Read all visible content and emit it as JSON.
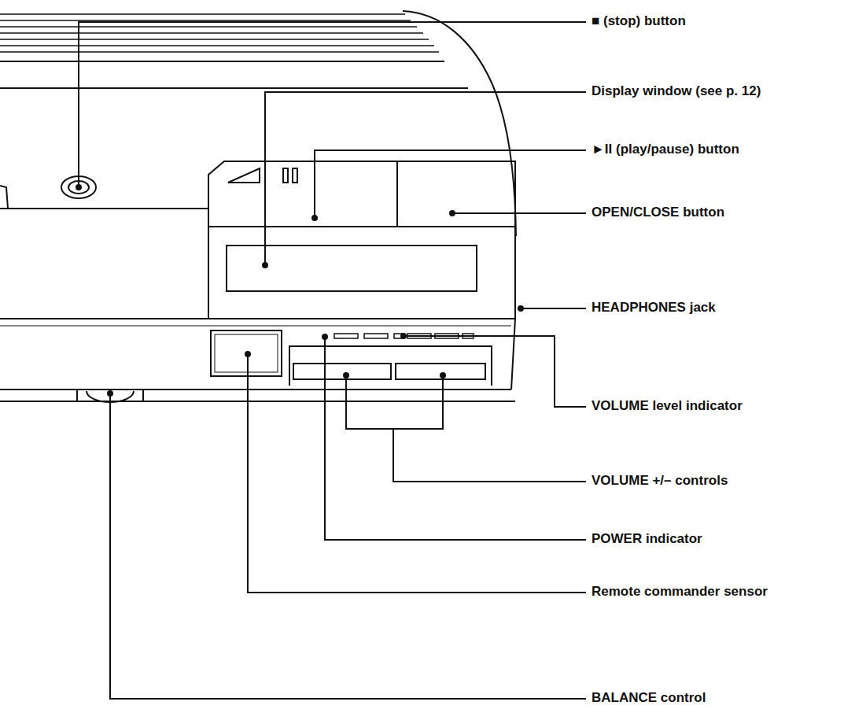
{
  "diagram": {
    "labels": [
      "■ (stop) button",
      "Display window (see p. 12)",
      "►II (play/pause) button",
      "OPEN/CLOSE button",
      "HEADPHONES jack",
      "VOLUME level indicator",
      "VOLUME +/– controls",
      "POWER indicator",
      "Remote commander sensor",
      "BALANCE control"
    ]
  }
}
